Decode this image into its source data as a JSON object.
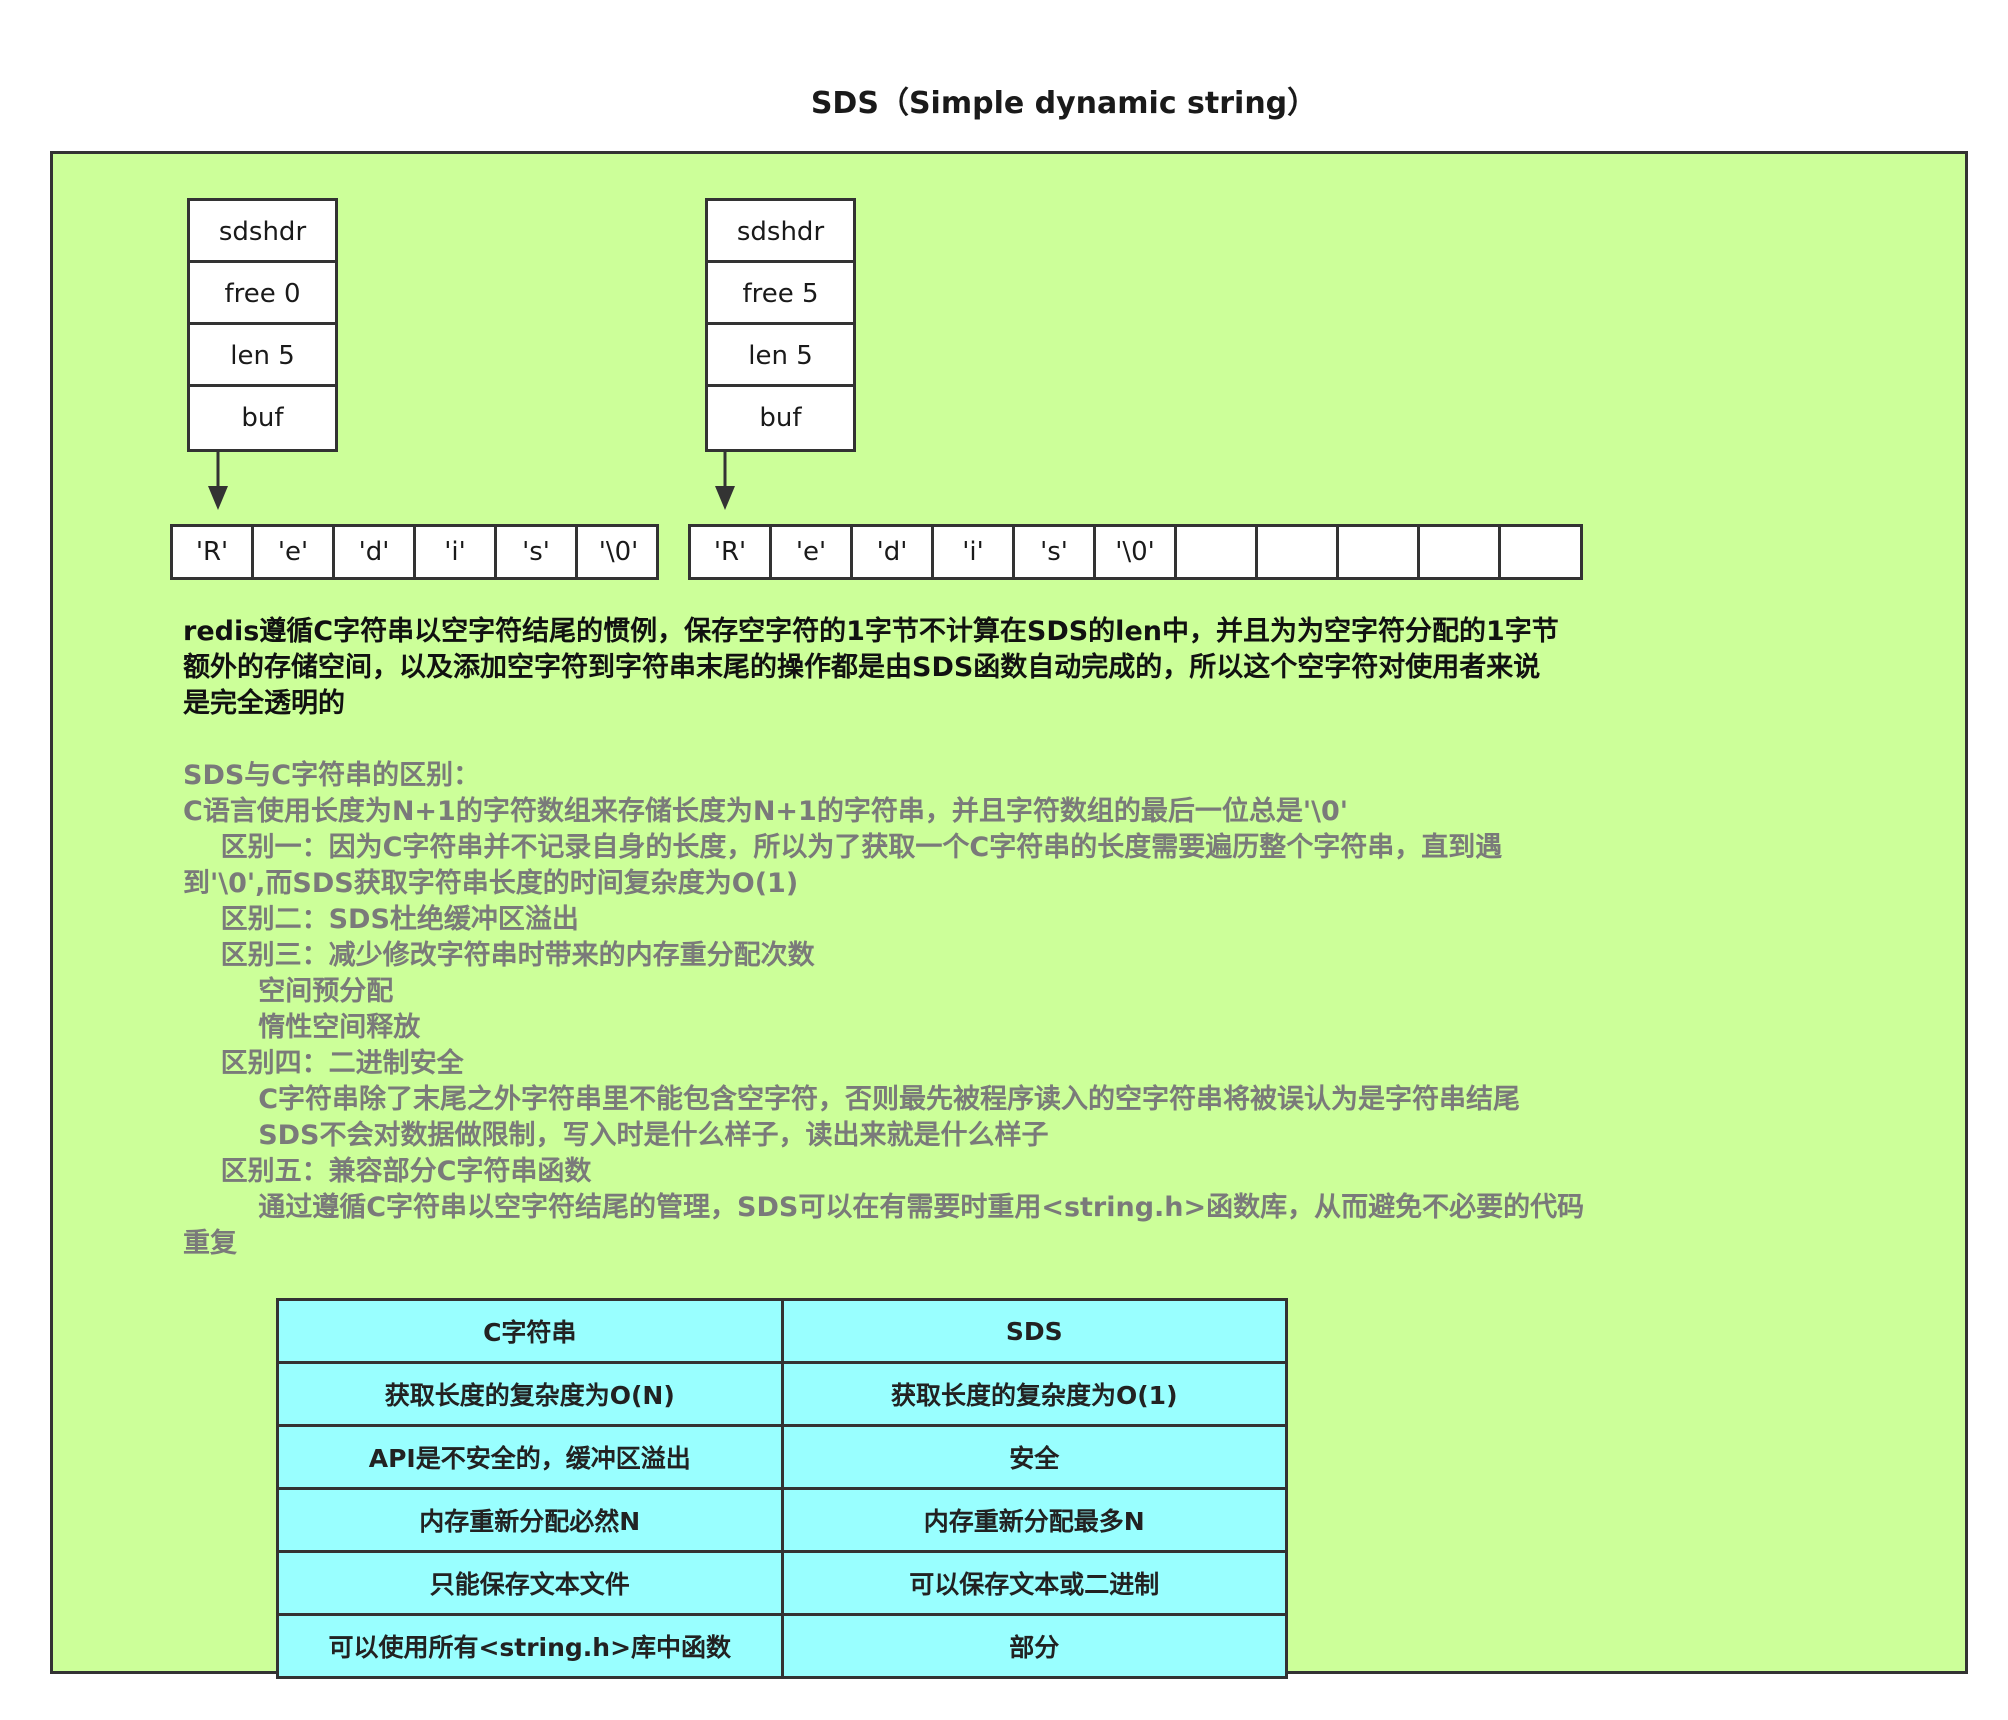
{
  "title": "SDS（Simple dynamic string）",
  "struct_left": {
    "fields": [
      "sdshdr",
      "free 0",
      "len 5",
      "buf"
    ],
    "buf_cells": [
      "'R'",
      "'e'",
      "'d'",
      "'i'",
      "'s'",
      "'\\0'"
    ]
  },
  "struct_right": {
    "fields": [
      "sdshdr",
      "free 5",
      "len 5",
      "buf"
    ],
    "buf_cells": [
      "'R'",
      "'e'",
      "'d'",
      "'i'",
      "'s'",
      "'\\0'",
      "",
      "",
      "",
      "",
      ""
    ]
  },
  "note_lines": [
    "redis遵循C字符串以空字符结尾的惯例，保存空字符的1字节不计算在SDS的len中，并且为为空字符分配的1字节",
    "额外的存储空间，以及添加空字符到字符串末尾的操作都是由SDS函数自动完成的，所以这个空字符对使用者来说",
    "是完全透明的"
  ],
  "diff_lines": [
    "SDS与C字符串的区别：",
    "C语言使用长度为N+1的字符数组来存储长度为N+1的字符串，并且字符数组的最后一位总是'\\0'",
    "    区别一：因为C字符串并不记录自身的长度，所以为了获取一个C字符串的长度需要遍历整个字符串，直到遇",
    "到'\\0',而SDS获取字符串长度的时间复杂度为O(1)",
    "    区别二：SDS杜绝缓冲区溢出",
    "    区别三：减少修改字符串时带来的内存重分配次数",
    "        空间预分配",
    "        惰性空间释放",
    "    区别四：二进制安全",
    "        C字符串除了末尾之外字符串里不能包含空字符，否则最先被程序读入的空字符串将被误认为是字符串结尾",
    "        SDS不会对数据做限制，写入时是什么样子，读出来就是什么样子",
    "    区别五：兼容部分C字符串函数",
    "        通过遵循C字符串以空字符结尾的管理，SDS可以在有需要时重用<string.h>函数库，从而避免不必要的代码",
    "重复"
  ],
  "compare_table": {
    "headers": [
      "C字符串",
      "SDS"
    ],
    "rows": [
      [
        "获取长度的复杂度为O(N)",
        "获取长度的复杂度为O(1)"
      ],
      [
        "API是不安全的，缓冲区溢出",
        "安全"
      ],
      [
        "内存重新分配必然N",
        "内存重新分配最多N"
      ],
      [
        "只能保存文本文件",
        "可以保存文本或二进制"
      ],
      [
        "可以使用所有<string.h>库中函数",
        "部分"
      ]
    ]
  }
}
